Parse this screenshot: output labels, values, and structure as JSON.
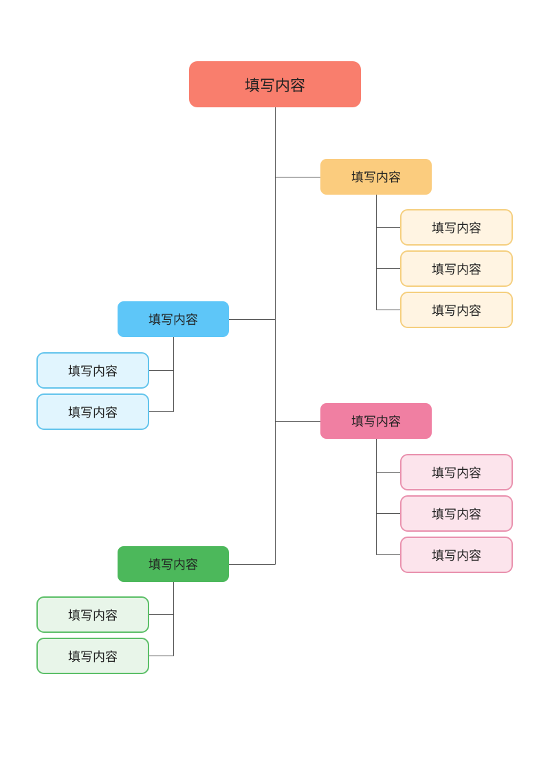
{
  "colors": {
    "root": "#F97E6D",
    "orange": {
      "fill": "#FBCC7E",
      "leaf_fill": "#FFF4E2",
      "leaf_border": "#F5CF7F"
    },
    "blue": {
      "fill": "#5EC6F8",
      "leaf_fill": "#E1F5FE",
      "leaf_border": "#63C4EC"
    },
    "pink": {
      "fill": "#F07FA2",
      "leaf_fill": "#FCE4EC",
      "leaf_border": "#E991AE"
    },
    "green": {
      "fill": "#4CB85B",
      "leaf_fill": "#E8F5E9",
      "leaf_border": "#5CBF68"
    },
    "connector": "#555555"
  },
  "root": {
    "label": "填写内容"
  },
  "branches": [
    {
      "color": "orange",
      "label": "填写内容",
      "children": [
        "填写内容",
        "填写内容",
        "填写内容"
      ]
    },
    {
      "color": "blue",
      "label": "填写内容",
      "children": [
        "填写内容",
        "填写内容"
      ]
    },
    {
      "color": "pink",
      "label": "填写内容",
      "children": [
        "填写内容",
        "填写内容",
        "填写内容"
      ]
    },
    {
      "color": "green",
      "label": "填写内容",
      "children": [
        "填写内容",
        "填写内容"
      ]
    }
  ]
}
